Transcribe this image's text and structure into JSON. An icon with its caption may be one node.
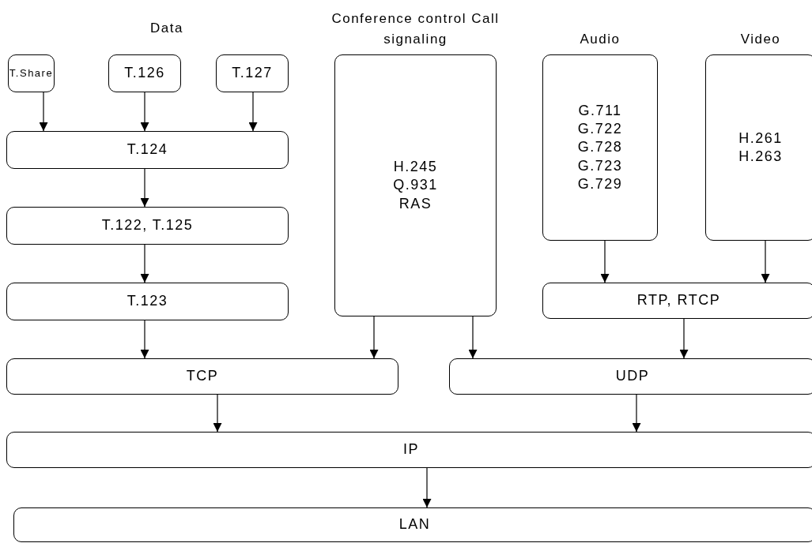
{
  "diagram": {
    "nodes": [
      {
        "text": [
          "T.Share"
        ]
      },
      {
        "text": [
          "T.126"
        ]
      },
      {
        "text": [
          "T.127"
        ]
      },
      {
        "text": [
          "T.124"
        ]
      },
      {
        "text": [
          "T.122, T.125"
        ]
      },
      {
        "text": [
          "T.123"
        ]
      },
      {
        "text": [
          "Conference control Call signaling",
          "H.245 Q.931 RAS"
        ]
      },
      {
        "text": [
          "Audio",
          "G.711 G.722 G.728 G.723 G.729"
        ]
      },
      {
        "text": [
          "Video",
          "H.261 H.263"
        ]
      },
      {
        "text": [
          "RTP, RTCP"
        ]
      },
      {
        "text": [
          "TCP"
        ]
      },
      {
        "text": [
          "UDP"
        ]
      },
      {
        "text": [
          "IP"
        ]
      },
      {
        "text": [
          "LAN"
        ]
      }
    ],
    "edges": [
      {
        "from": 0,
        "to": 3,
        "arrow": "to"
      },
      {
        "from": 1,
        "to": 3,
        "arrow": "to"
      },
      {
        "from": 2,
        "to": 3,
        "arrow": "to"
      },
      {
        "from": 3,
        "to": 4,
        "arrow": "to"
      },
      {
        "from": 4,
        "to": 5,
        "arrow": "to"
      },
      {
        "from": 5,
        "to": 10,
        "arrow": "to"
      },
      {
        "from": 6,
        "to": 10,
        "arrow": "to"
      },
      {
        "from": 6,
        "to": 11,
        "arrow": "to"
      },
      {
        "from": 7,
        "to": 9,
        "arrow": "to"
      },
      {
        "from": 8,
        "to": 9,
        "arrow": "to"
      },
      {
        "from": 9,
        "to": 11,
        "arrow": "to"
      },
      {
        "from": 10,
        "to": 12,
        "arrow": "to"
      },
      {
        "from": 11,
        "to": 12,
        "arrow": "to"
      },
      {
        "from": 12,
        "to": 13,
        "arrow": "to"
      }
    ],
    "labels": [
      "Data"
    ]
  }
}
